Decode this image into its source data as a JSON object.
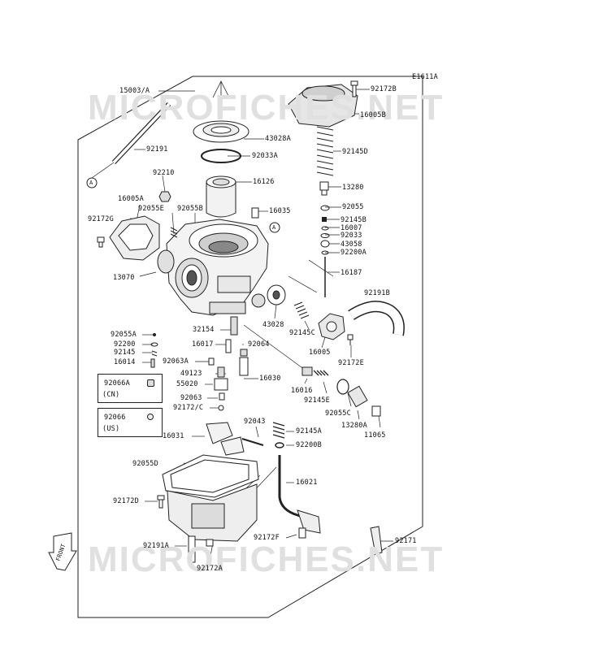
{
  "diagram": {
    "ref_code": "E1611A",
    "watermark_top": "MICROFICHES.NET",
    "watermark_bottom": "MICROFICHES.NET",
    "front_label": "FRONT",
    "circle_ref": "A",
    "parts": [
      "15003/A",
      "92191",
      "92210",
      "16005A",
      "92055E",
      "92055B",
      "92172G",
      "13070",
      "43028A",
      "92033A",
      "16126",
      "16035",
      "92172B",
      "16005B",
      "92145D",
      "13280",
      "92055",
      "92145B",
      "16007",
      "92033",
      "43058",
      "92200A",
      "16187",
      "92191B",
      "43028",
      "92145C",
      "16005",
      "92172E",
      "92055A",
      "92200",
      "92145",
      "16014",
      "32154",
      "16017",
      "92064",
      "92063A",
      "49123",
      "16030",
      "55020",
      "92063",
      "92172/C",
      "16016",
      "92145E",
      "92055C",
      "13280A",
      "11065",
      "16031",
      "92043",
      "92145A",
      "92200B",
      "92055D",
      "16021",
      "92172D",
      "92172F",
      "92171",
      "92191A",
      "92172A"
    ],
    "notes": [
      {
        "part": "92066A",
        "region": "(CN)"
      },
      {
        "part": "92066",
        "region": "(US)"
      }
    ]
  }
}
